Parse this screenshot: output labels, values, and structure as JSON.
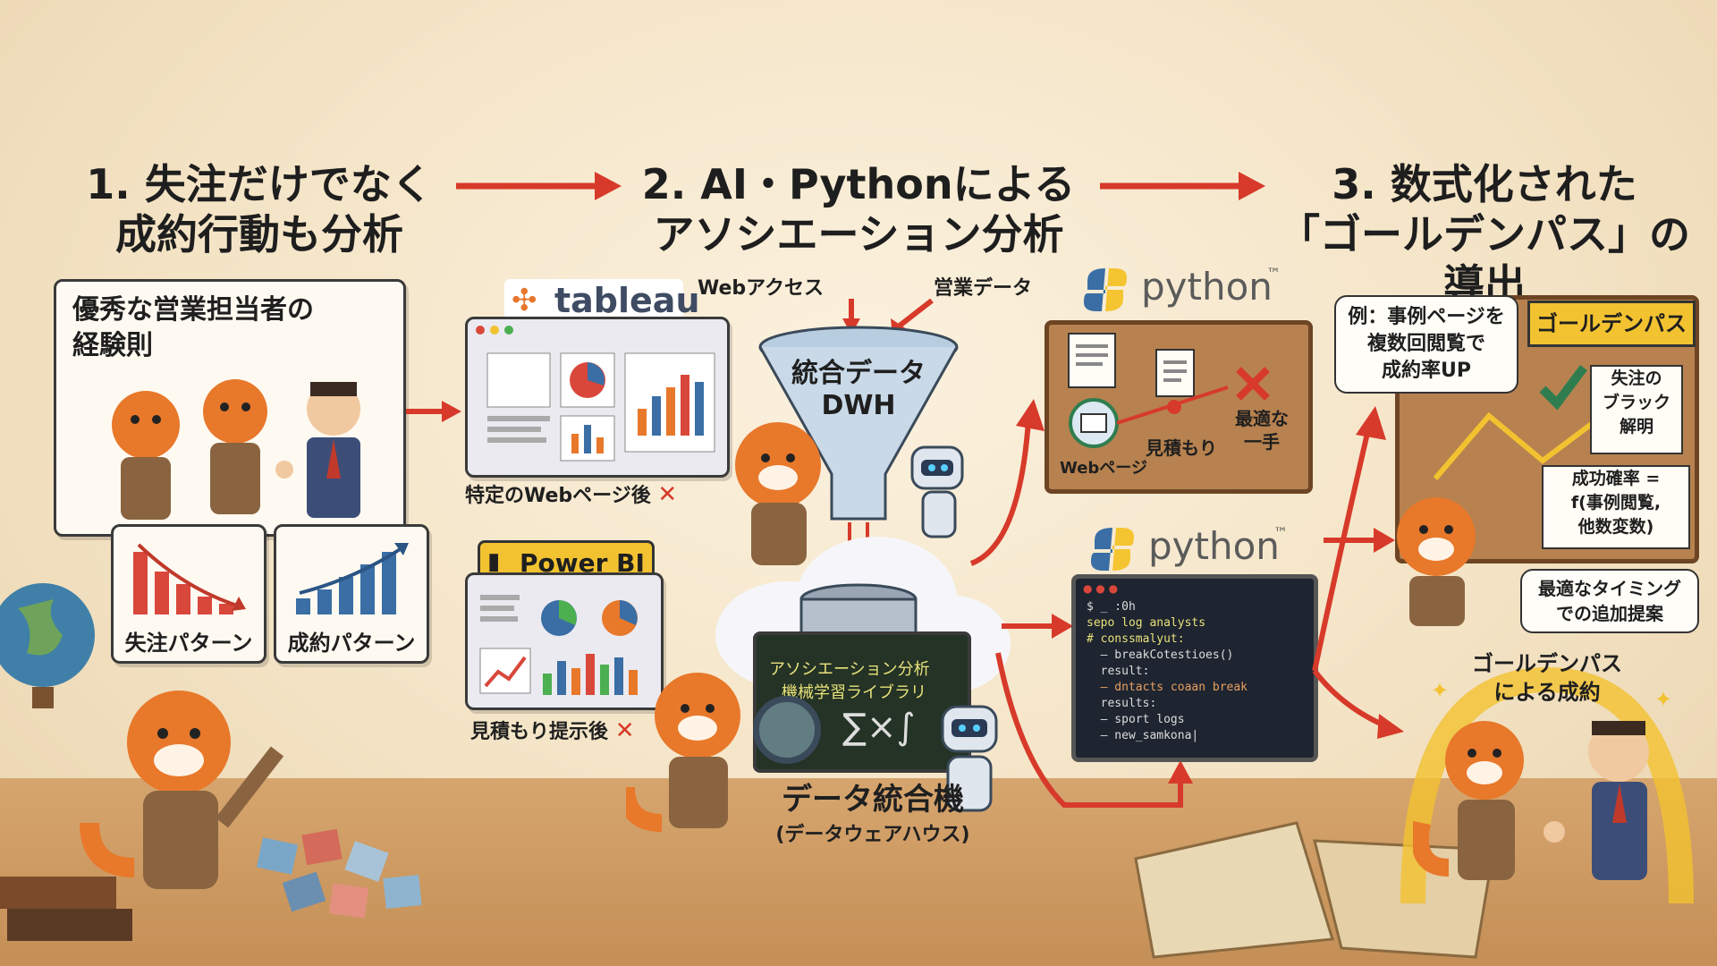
{
  "stages": [
    {
      "title_line1": "1. 失注だけでなく",
      "title_line2": "成約行動も分析"
    },
    {
      "title_line1": "2. AI・Pythonによる",
      "title_line2": "アソシエーション分析"
    },
    {
      "title_line1": "3. 数式化された",
      "title_line2": "「ゴールデンパス」の導出"
    }
  ],
  "left": {
    "experience_note": "優秀な営業担当者の\n経験則",
    "loss_pattern": "失注パターン",
    "win_pattern": "成約パターン"
  },
  "middle": {
    "tableau_logo": "tableau",
    "tableau_caption": "特定のWebページ後",
    "powerbi_logo": "Power BI",
    "powerbi_caption": "見積もり提示後",
    "x_mark": "✕",
    "input_web": "Webアクセス",
    "input_sales": "営業データ",
    "funnel_label_line1": "統合データ",
    "funnel_label_line2": "DWH",
    "screen_line1": "アソシエーション分析",
    "screen_line2": "機械学習ライブラリ",
    "machine_title": "データ統合機",
    "machine_sub": "(データウェアハウス)"
  },
  "python": {
    "logo": "python",
    "tm": "™",
    "board_web": "Webページ",
    "board_quote": "見積もり",
    "board_best_line1": "最適な",
    "board_best_line2": "一手",
    "code_lines": [
      "$ _ :0h",
      "sepo log analysts",
      "# conssmalyut:",
      "  — breakCotestioes()",
      "  result:",
      "  — dntacts coaan break",
      "  results:",
      "  — sport logs",
      "  — new_samkona|"
    ]
  },
  "right": {
    "example_note": "例：事例ページを\n複数回閲覧で\n成約率UP",
    "golden_tag": "ゴールデンパス",
    "black_box_note": "失注の\nブラック\n解明",
    "formula_note": "成功確率 =\nf(事例閲覧,\n他数変数)",
    "timing_note": "最適なタイミング\nでの追加提案",
    "result_label": "ゴールデンパス\nによる成約"
  },
  "colors": {
    "accent_red": "#d73a2a",
    "fox_orange": "#e8782a",
    "board_brown": "#b7824f",
    "tableau_blue": "#3e4b63",
    "powerbi_yellow": "#f2c230",
    "python_blue": "#3a6ea5",
    "python_yellow": "#f4c531"
  }
}
